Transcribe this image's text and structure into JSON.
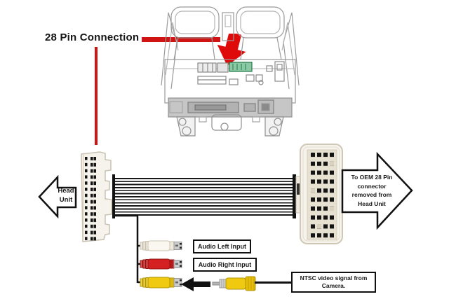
{
  "callout": {
    "label": "28 Pin Connection"
  },
  "arrow_left": {
    "line1": "Head",
    "line2": "Unit"
  },
  "oem_arrow": {
    "lines": [
      "To OEM 28 Pin",
      "connector",
      "removed from",
      "Head Unit"
    ]
  },
  "labels": {
    "audio_left": "Audio Left Input",
    "audio_right": "Audio Right Input",
    "ntsc_line1": "NTSC  video signal from",
    "ntsc_line2": "Camera."
  },
  "colors": {
    "callout_red": "#d01414",
    "highlight_green": "#1f7a44",
    "audio_left_jack": "#faf7f0",
    "audio_right_jack": "#d42020",
    "video_jack": "#f0ca10",
    "wire_black": "#1a1a1a",
    "connector_body": "#f6f3ec"
  },
  "icons": {
    "red_down_arrow": "red-down-arrow-icon",
    "left_flow_arrow": "head-unit-arrow",
    "right_flow_arrow": "oem-arrow",
    "video_direction_arrow": "left-black-arrow-icon"
  }
}
